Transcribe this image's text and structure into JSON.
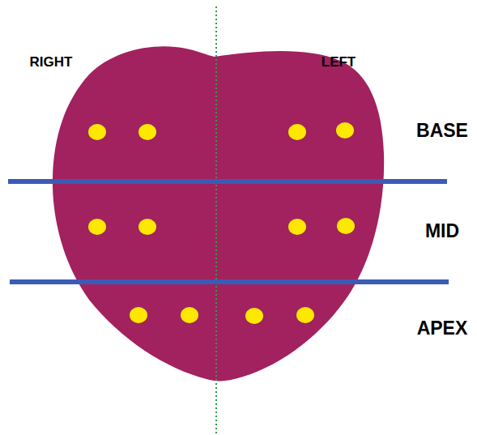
{
  "diagram": {
    "labels": [
      "RIGHT",
      "LEFT",
      "BASE",
      "MID",
      "APEX"
    ]
  }
}
